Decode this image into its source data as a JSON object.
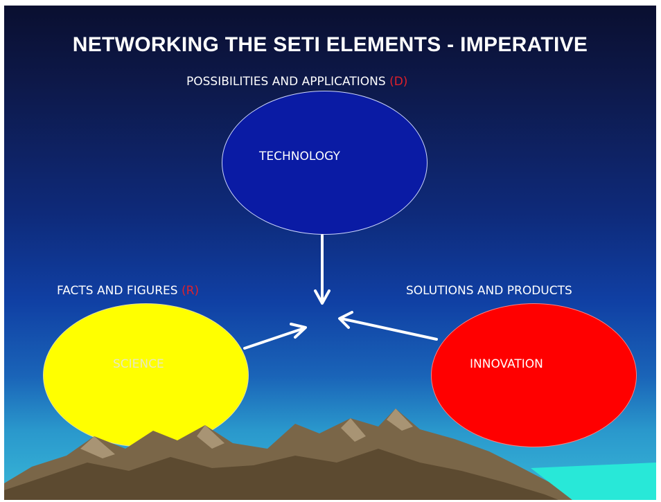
{
  "title": "NETWORKING THE SETI ELEMENTS - IMPERATIVE",
  "captions": {
    "top": {
      "text": "POSSIBILITIES AND APPLICATIONS ",
      "tag": "(D)"
    },
    "left": {
      "text": "FACTS AND FIGURES ",
      "tag": "(R)"
    },
    "right": {
      "text": "SOLUTIONS AND PRODUCTS"
    }
  },
  "nodes": {
    "technology": {
      "label": "TECHNOLOGY",
      "color": "#0a1ba4"
    },
    "science": {
      "label": "SCIENCE",
      "color": "#ffff00"
    },
    "innovation": {
      "label": "INNOVATION",
      "color": "#ff0000"
    }
  },
  "arrows": [
    {
      "from": "technology",
      "to": "center"
    },
    {
      "from": "science",
      "to": "center"
    },
    {
      "from": "innovation",
      "to": "center"
    }
  ],
  "colors": {
    "text": "#ffffff",
    "accent": "#e0202a",
    "arrow": "#ffffff"
  }
}
